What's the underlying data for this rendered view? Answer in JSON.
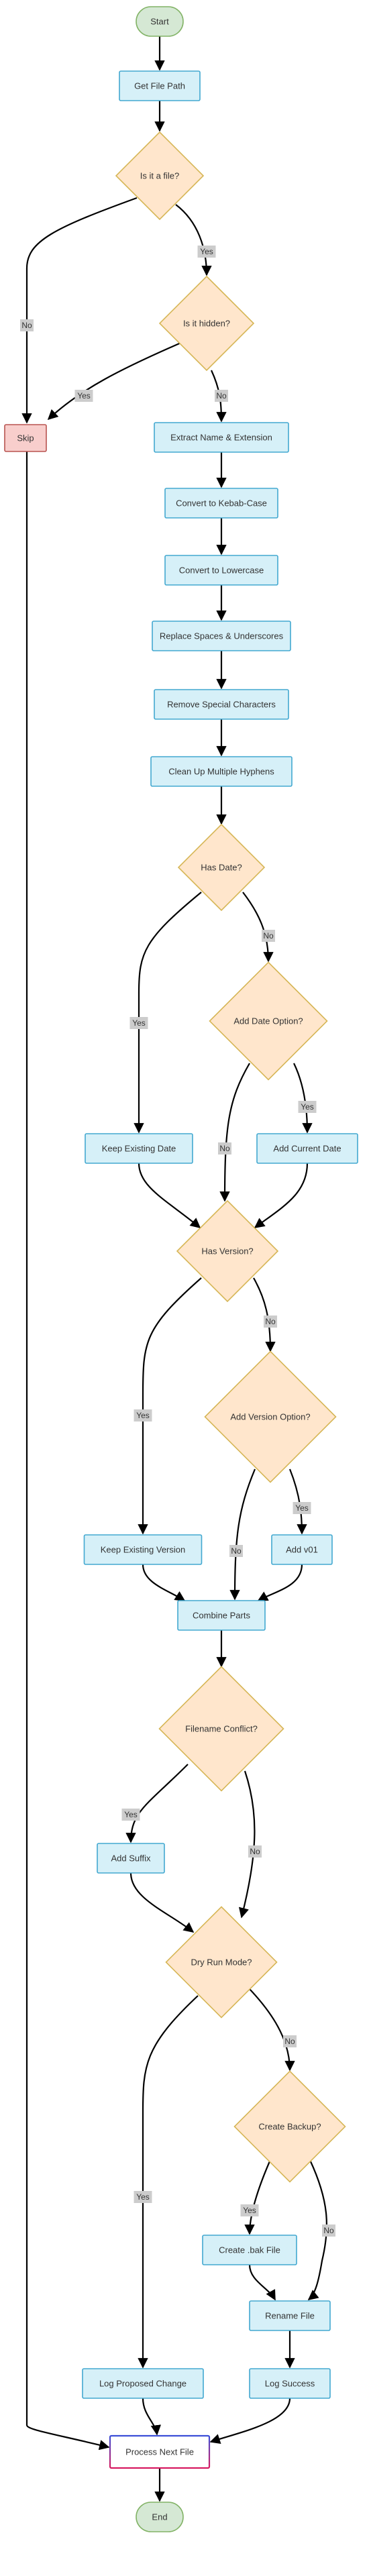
{
  "colors": {
    "terminal_fill": "#d5e8d4",
    "terminal_stroke": "#82b366",
    "process_fill": "#d6f0f8",
    "process_stroke": "#42a8d0",
    "decision_fill": "#ffe6cc",
    "decision_stroke": "#d6b656",
    "skip_fill": "#f8cecc",
    "skip_stroke": "#b85450",
    "next_stroke_top": "#3a4fd8",
    "next_stroke_bottom": "#d81b60",
    "label_bg": "#cccccc",
    "edge": "#000000"
  },
  "nodes": {
    "start": "Start",
    "get_file_path": "Get File Path",
    "is_file": "Is it a file?",
    "is_hidden": "Is it hidden?",
    "skip": "Skip",
    "extract_name": "Extract Name & Extension",
    "kebab": "Convert to Kebab-Case",
    "lowercase": "Convert to Lowercase",
    "replace_spaces": "Replace Spaces & Underscores",
    "remove_special": "Remove Special Characters",
    "cleanup_hyphens": "Clean Up Multiple Hyphens",
    "has_date": "Has Date?",
    "add_date_option": "Add Date Option?",
    "keep_date": "Keep Existing Date",
    "add_current_date": "Add Current Date",
    "has_version": "Has Version?",
    "add_version_option": "Add Version Option?",
    "keep_version": "Keep Existing Version",
    "add_v01": "Add v01",
    "combine": "Combine Parts",
    "conflict": "Filename Conflict?",
    "add_suffix": "Add Suffix",
    "dry_run": "Dry Run Mode?",
    "create_backup": "Create Backup?",
    "create_bak": "Create .bak File",
    "rename": "Rename File",
    "log_proposed": "Log Proposed Change",
    "log_success": "Log Success",
    "process_next": "Process Next File",
    "end": "End"
  },
  "edge_labels": {
    "is_file_no": "No",
    "is_file_yes": "Yes",
    "is_hidden_yes": "Yes",
    "is_hidden_no": "No",
    "has_date_yes": "Yes",
    "has_date_no": "No",
    "add_date_yes": "Yes",
    "add_date_no": "No",
    "has_version_yes": "Yes",
    "has_version_no": "No",
    "add_version_yes": "Yes",
    "add_version_no": "No",
    "conflict_yes": "Yes",
    "conflict_no": "No",
    "dry_run_yes": "Yes",
    "dry_run_no": "No",
    "backup_yes": "Yes",
    "backup_no": "No"
  }
}
